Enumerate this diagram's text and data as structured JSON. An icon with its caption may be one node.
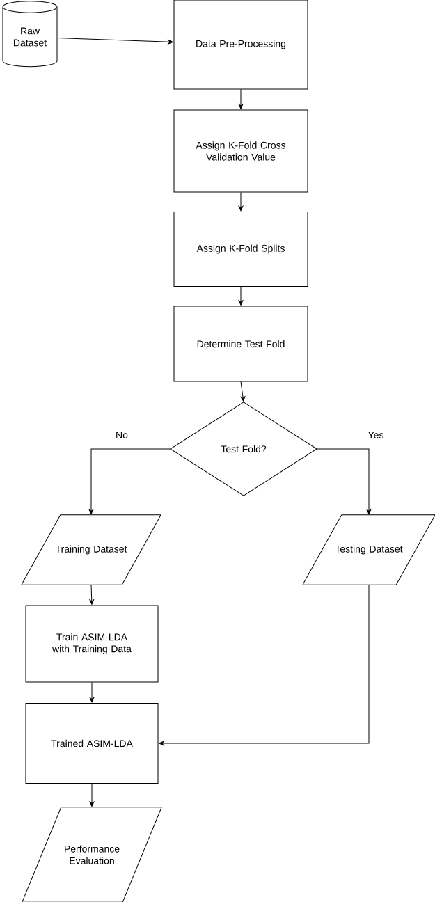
{
  "diagram": {
    "nodes": [
      {
        "text": [
          "Raw Dataset"
        ]
      },
      {
        "text": [
          "Data Pre-Processing"
        ]
      },
      {
        "text": [
          "Assign K-Fold Cross Validation Value"
        ]
      },
      {
        "text": [
          "Assign K-Fold Splits"
        ]
      },
      {
        "text": [
          "Determine Test Fold"
        ]
      },
      {
        "text": [
          "Test Fold?"
        ]
      },
      {
        "text": [
          "Training Dataset"
        ]
      },
      {
        "text": [
          "Testing Dataset"
        ]
      },
      {
        "text": [
          "Train ASIM-LDA with Training Data"
        ]
      },
      {
        "text": [
          "Trained ASIM-LDA"
        ]
      },
      {
        "text": [
          "Performance Evaluation"
        ]
      }
    ],
    "edges": [
      {
        "from": 0,
        "to": 1,
        "arrow": "to"
      },
      {
        "from": 1,
        "to": 2,
        "arrow": "to"
      },
      {
        "from": 2,
        "to": 3,
        "arrow": "to"
      },
      {
        "from": 3,
        "to": 4,
        "arrow": "to"
      },
      {
        "from": 4,
        "to": 5,
        "arrow": "to"
      },
      {
        "from": 5,
        "to": 6,
        "arrow": "to"
      },
      {
        "from": 5,
        "to": 7,
        "arrow": "to"
      },
      {
        "from": 6,
        "to": 8,
        "arrow": "to"
      },
      {
        "from": 8,
        "to": 9,
        "arrow": "to"
      },
      {
        "from": 7,
        "to": 9,
        "arrow": "to"
      },
      {
        "from": 9,
        "to": 10,
        "arrow": "to"
      }
    ],
    "labels": [
      "No",
      "Yes"
    ]
  }
}
